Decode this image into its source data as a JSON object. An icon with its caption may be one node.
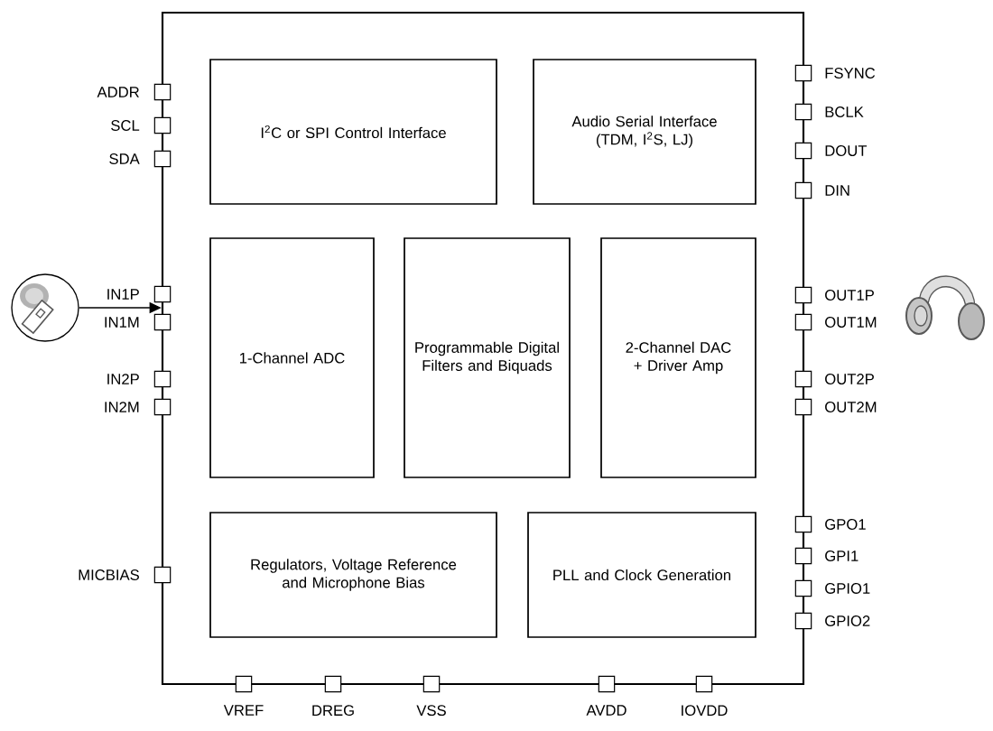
{
  "diagram": {
    "nodes": [
      {
        "text": [],
        "shape": "box"
      },
      {
        "text": [
          "I$^{2}$C or SPI Control Interface"
        ],
        "in": 0
      },
      {
        "text": [
          "Audio Serial Interface (TDM, I$^{2}$S, LJ)"
        ],
        "in": 0
      },
      {
        "text": [
          "1-Channel ADC"
        ],
        "in": 0
      },
      {
        "text": [
          "Programmable Digital Filters and Biquads"
        ],
        "in": 0
      },
      {
        "text": [
          "2-Channel DAC + Driver Amp"
        ],
        "in": 0
      },
      {
        "text": [
          "Regulators, Voltage Reference and Microphone Bias"
        ],
        "in": 0
      },
      {
        "text": [
          "PLL and Clock Generation"
        ],
        "in": 0
      },
      {
        "text": [],
        "shape": "picture"
      },
      {
        "text": [],
        "shape": "picture"
      },
      {
        "text": [
          "ADDR"
        ]
      },
      {
        "text": [
          "SCL"
        ]
      },
      {
        "text": [
          "SDA"
        ]
      },
      {
        "text": [
          "IN1P"
        ]
      },
      {
        "text": [
          "IN1M"
        ]
      },
      {
        "text": [
          "IN2P"
        ]
      },
      {
        "text": [
          "IN2M"
        ]
      },
      {
        "text": [
          "MICBIAS"
        ]
      },
      {
        "text": [
          "FSYNC"
        ]
      },
      {
        "text": [
          "BCLK"
        ]
      },
      {
        "text": [
          "DOUT"
        ]
      },
      {
        "text": [
          "DIN"
        ]
      },
      {
        "text": [
          "OUT1P"
        ]
      },
      {
        "text": [
          "OUT1M"
        ]
      },
      {
        "text": [
          "OUT2P"
        ]
      },
      {
        "text": [
          "OUT2M"
        ]
      },
      {
        "text": [
          "GPO1"
        ]
      },
      {
        "text": [
          "GPI1"
        ]
      },
      {
        "text": [
          "GPIO1"
        ]
      },
      {
        "text": [
          "GPIO2"
        ]
      },
      {
        "text": [
          "VREF"
        ]
      },
      {
        "text": [
          "DREG"
        ]
      },
      {
        "text": [
          "VSS"
        ]
      },
      {
        "text": [
          "AVDD"
        ]
      },
      {
        "text": [
          "IOVDD"
        ]
      }
    ],
    "edges": [
      {
        "from": 8,
        "to": 0,
        "arrow": "to"
      }
    ]
  }
}
